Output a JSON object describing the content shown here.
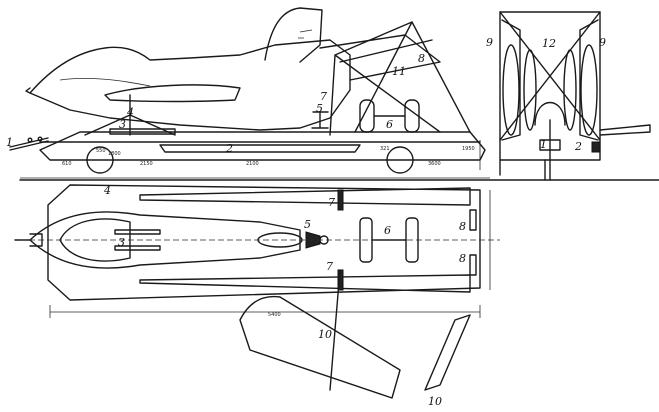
{
  "labels": {
    "one": "1",
    "two": "2",
    "three": "3",
    "four": "4",
    "five": "5",
    "six": "6",
    "seven": "7",
    "eight": "8",
    "nine": "9",
    "ten": "10",
    "eleven": "11",
    "twelve": "12"
  },
  "dimensions": {
    "d610": "610",
    "d2150": "2150",
    "d2100": "2100",
    "d321": "321",
    "d1950": "1950",
    "d3600": "3600",
    "d550": "550",
    "d1800": "1800",
    "d5400": "5400"
  }
}
